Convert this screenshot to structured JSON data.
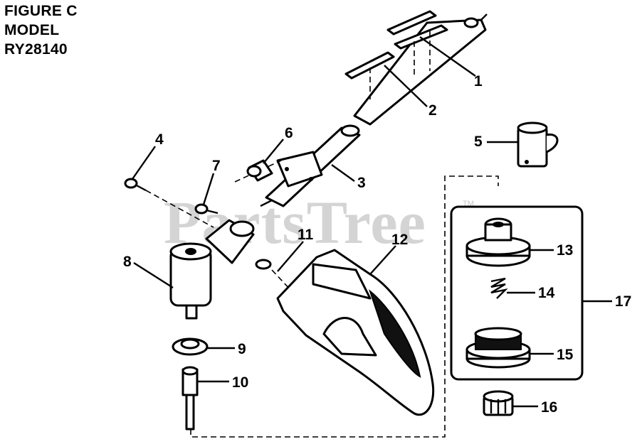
{
  "header": {
    "line1": "FIGURE C",
    "line2": "MODEL",
    "line3": "RY28140"
  },
  "watermark": {
    "text": "PartsTree",
    "trademark": "TM"
  },
  "callouts": [
    "1",
    "2",
    "3",
    "4",
    "5",
    "6",
    "7",
    "8",
    "9",
    "10",
    "11",
    "12",
    "13",
    "14",
    "15",
    "16",
    "17"
  ]
}
